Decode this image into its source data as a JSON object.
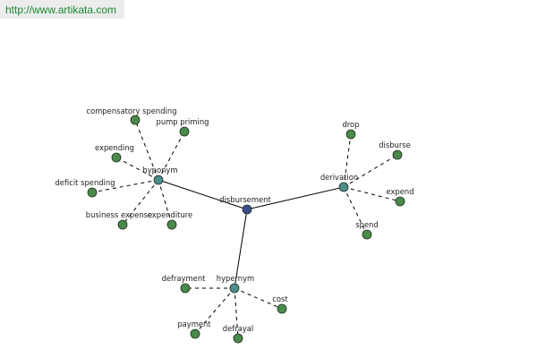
{
  "source_link": {
    "text": "http://www.artikata.com"
  },
  "graph": {
    "colors": {
      "root": "#3c4c8c",
      "relation": "#4e8c8c",
      "term": "#4a8a4a",
      "node_stroke": "#1e2e1e",
      "edge": "#000000"
    },
    "root": "disbursement",
    "relations": [
      {
        "id": "hyponym",
        "label": "hyponym",
        "terms": [
          "compensatory spending",
          "pump priming",
          "expending",
          "deficit spending",
          "business expense",
          "expenditure"
        ]
      },
      {
        "id": "derivation",
        "label": "derivation",
        "terms": [
          "drop",
          "disburse",
          "expend",
          "spend"
        ]
      },
      {
        "id": "hypernym",
        "label": "hypernym",
        "terms": [
          "defrayment",
          "cost",
          "payment",
          "defrayal"
        ]
      }
    ]
  }
}
